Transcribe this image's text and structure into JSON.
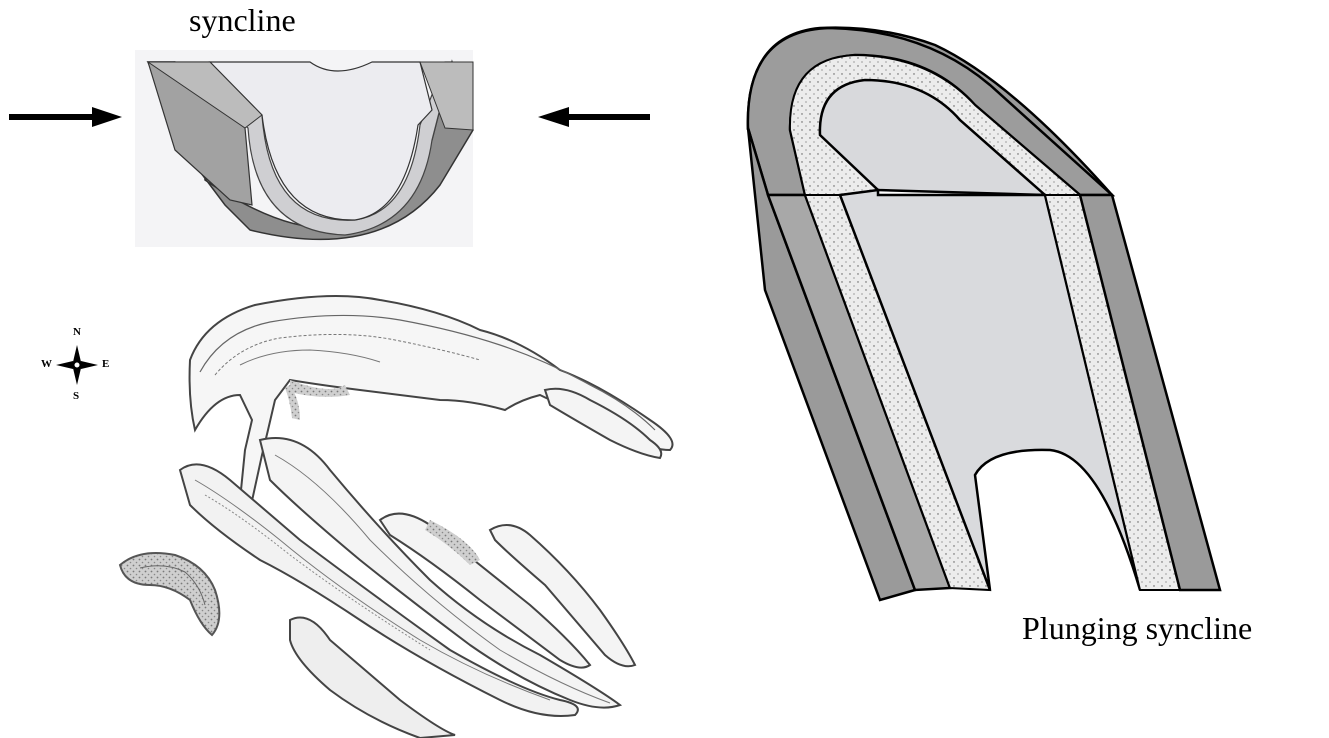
{
  "labels": {
    "syncline": "syncline",
    "plunging_syncline": "Plunging syncline"
  },
  "compass": {
    "n": "N",
    "s": "S",
    "e": "E",
    "w": "W"
  },
  "colors": {
    "dark_layer": "#8c8c8c",
    "mid_layer": "#a6a6a6",
    "light_layer": "#d8d8d8",
    "core": "#e8e8ec",
    "arrow": "#000000",
    "map_ink": "#333333",
    "map_stipple": "#9a9a9a"
  },
  "icons": {
    "compression_arrows": "arrow-icon",
    "compass_rose": "compass-icon"
  }
}
